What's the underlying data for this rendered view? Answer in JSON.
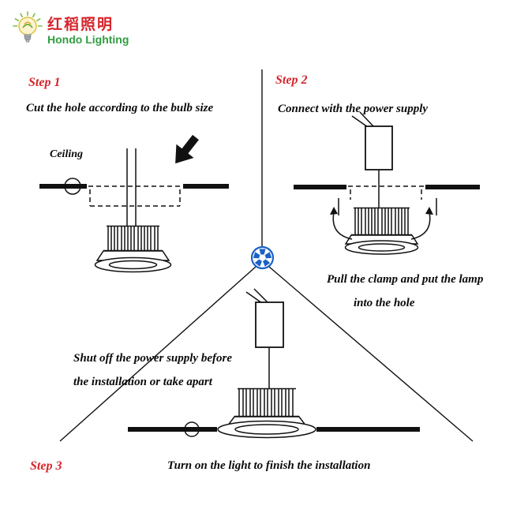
{
  "brand": {
    "name_cn": "红稻照明",
    "name_en": "Hondo Lighting"
  },
  "colors": {
    "accent_red": "#d6252b",
    "brand_green": "#2f9e3f",
    "icon_blue": "#1a62c5",
    "line_black": "#111111"
  },
  "steps": {
    "step1": {
      "label": "Step 1",
      "instruction": "Cut the hole according to the bulb size",
      "ceiling_label": "Ceiling"
    },
    "step2": {
      "label": "Step 2",
      "instruction": "Connect with the power supply",
      "note_line1": "Pull the clamp and put the lamp",
      "note_line2": "into the hole"
    },
    "step3": {
      "label": "Step 3",
      "note_line1": "Shut off the power supply before",
      "note_line2": "the installation or take apart",
      "instruction": "Turn on the light to finish the installation"
    }
  }
}
